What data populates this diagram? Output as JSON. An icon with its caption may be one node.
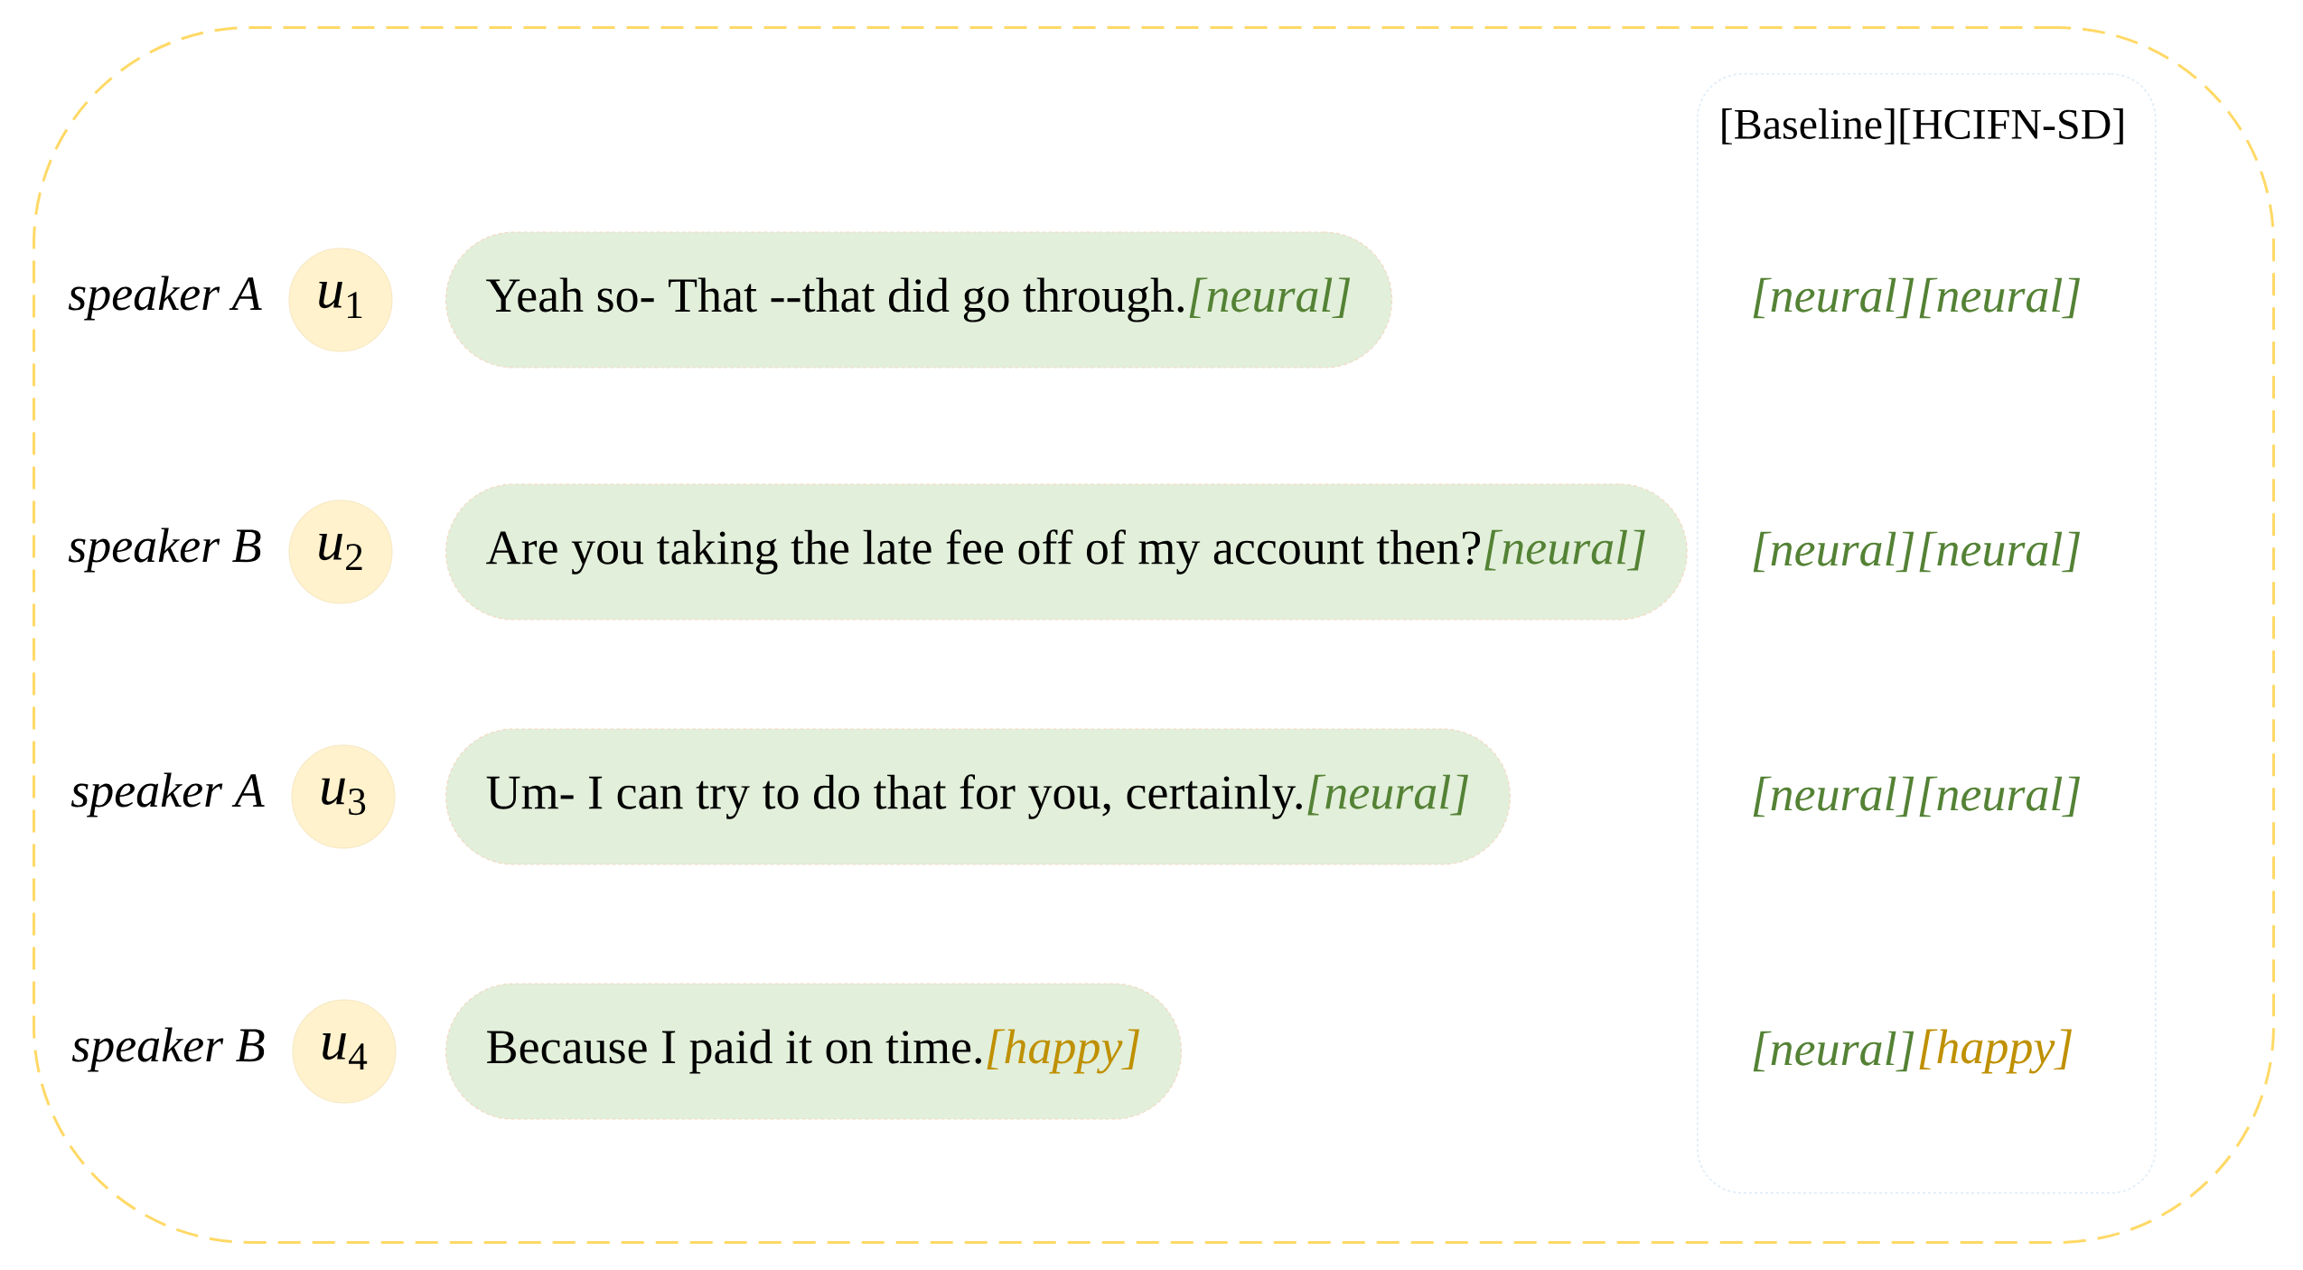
{
  "diagram": {
    "nodes": [
      {
        "text": [],
        "shape": "box"
      },
      {
        "text": [
          "*u*$_{1}$"
        ],
        "beside": [
          "speaker A"
        ],
        "in": 0
      },
      {
        "text": [
          "Yeah so- That --that did go through.",
          "[neural]"
        ],
        "in": 0
      },
      {
        "text": [
          "*u*$_{2}$"
        ],
        "beside": [
          "speaker B"
        ],
        "in": 0
      },
      {
        "text": [
          "Are you taking the late fee off of my account then?",
          "[neural]"
        ],
        "in": 0
      },
      {
        "text": [
          "*u*$_{3}$"
        ],
        "beside": [
          "speaker A"
        ],
        "in": 0
      },
      {
        "text": [
          "Um- I can try to do that for you, certainly.",
          "[neural]"
        ],
        "in": 0
      },
      {
        "text": [
          "*u*$_{4}$"
        ],
        "beside": [
          "speaker B"
        ],
        "in": 0
      },
      {
        "text": [
          "Because I paid it on time.",
          "[happy]"
        ],
        "in": 0
      },
      {
        "text": [
          "[Baseline][HCIFN-SD]",
          "[neural]",
          "[neural]",
          "[neural]",
          "[neural]",
          "[neural]",
          "[neural]",
          "[neural]",
          "[happy]"
        ],
        "in": 0
      }
    ]
  }
}
